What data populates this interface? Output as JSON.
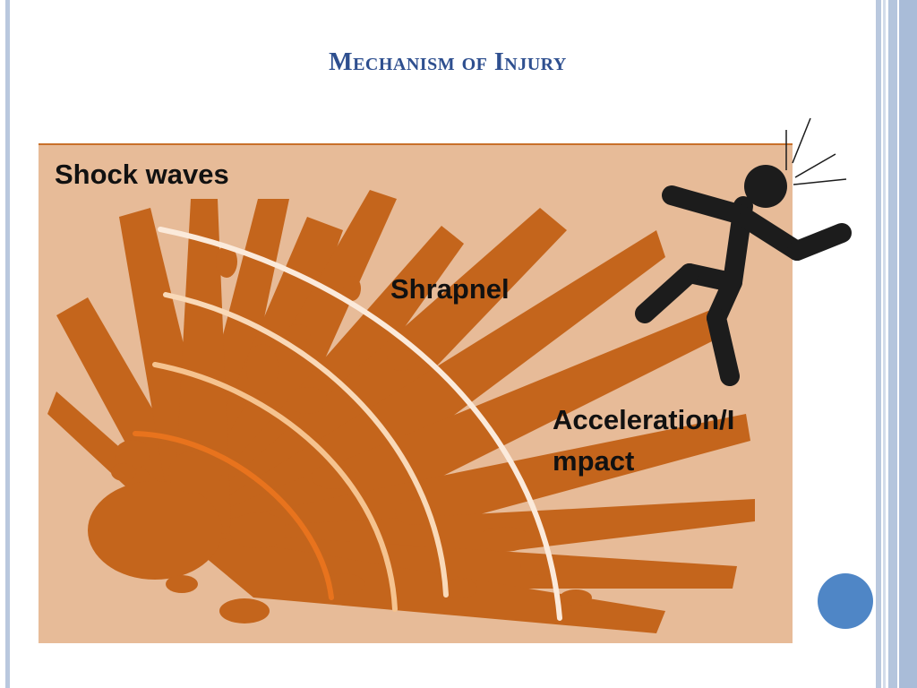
{
  "slide": {
    "title": "Mechanism of Injury"
  },
  "figure": {
    "labels": {
      "shock_waves": "Shock waves",
      "shrapnel": "Shrapnel",
      "acceleration_line1": "Acceleration/I",
      "acceleration_line2": "mpact"
    },
    "colors": {
      "background": "#e7bb98",
      "blast": "#c4651c",
      "wave_1": "#e8731d",
      "wave_2": "#f5c38f",
      "wave_3": "#f9d9b8",
      "wave_4": "#fbeadb",
      "person": "#1c1c1c"
    }
  },
  "theme": {
    "title_color": "#2e4f8f",
    "accent_dot": "#4f86c6"
  }
}
